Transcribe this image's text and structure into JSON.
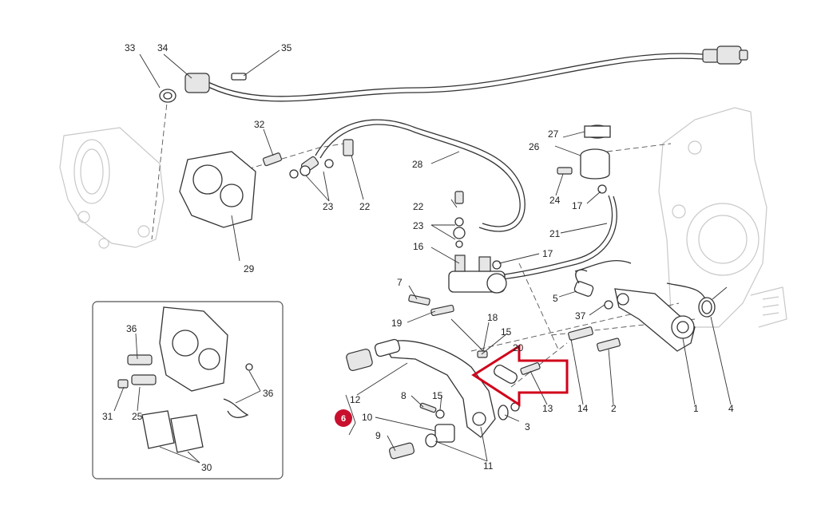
{
  "diagram": {
    "callouts": {
      "c1": "1",
      "c2": "2",
      "c3": "3",
      "c4": "4",
      "c5": "5",
      "c7": "7",
      "c8": "8",
      "c9": "9",
      "c10": "10",
      "c11": "11",
      "c12": "12",
      "c13": "13",
      "c14": "14",
      "c15a": "15",
      "c15b": "15",
      "c16": "16",
      "c17a": "17",
      "c17b": "17",
      "c18": "18",
      "c19": "19",
      "c21": "21",
      "c22a": "22",
      "c22b": "22",
      "c23a": "23",
      "c23b": "23",
      "c24": "24",
      "c25": "25",
      "c26": "26",
      "c27": "27",
      "c28": "28",
      "c29": "29",
      "c30": "30",
      "c31": "31",
      "c32": "32",
      "c33": "33",
      "c34": "34",
      "c35": "35",
      "c36a": "36",
      "c36b": "36",
      "c37": "37",
      "c20": "20"
    },
    "badge": {
      "label": "6",
      "color": "#c8102e"
    },
    "arrow_color": "#d0021b"
  }
}
